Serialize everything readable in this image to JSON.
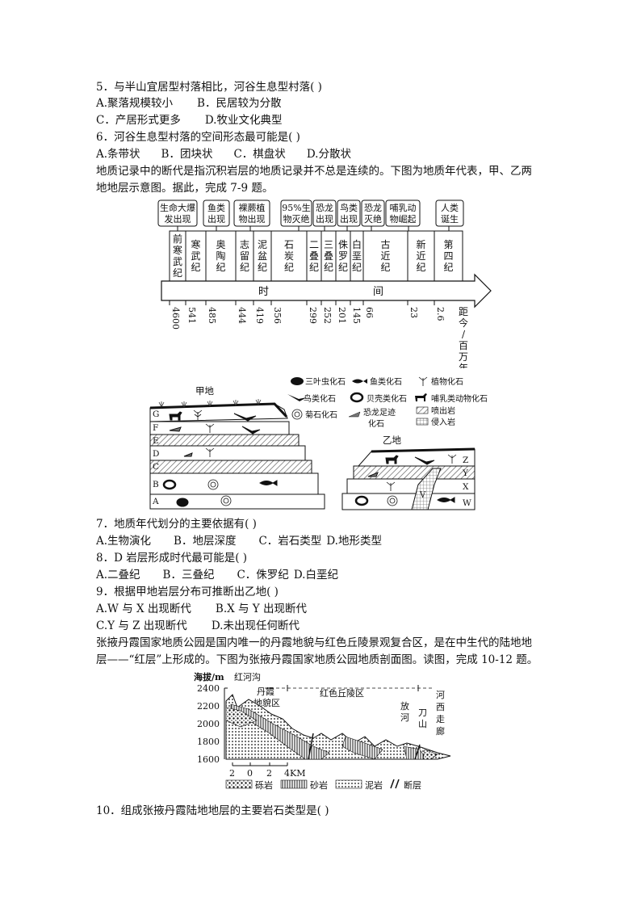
{
  "questions": {
    "q5": {
      "stem": "5．与半山宜居型村落相比，河谷生息型村落(    )",
      "a": "A.聚落规模较小",
      "b": "B．民居较为分散",
      "c": "C．产居形式更多",
      "d": "D.牧业文化典型"
    },
    "q6": {
      "stem": "6．河谷生息型村落的空间形态最可能是(    )",
      "a": "A.条带状",
      "b": "B．团块状",
      "c": "C．棋盘状",
      "d": "D.分散状"
    },
    "intro1": {
      "l1": "地质记录中的断代是指沉积岩层的地质记录并不总是连续的。下图为地质年代表，甲、乙两",
      "l2": "地地层示意图。据此，完成 7-9 题。"
    },
    "q7": {
      "stem": "7．地质年代划分的主要依据有(    )",
      "a": "A.生物演化",
      "b": "B．地层深度",
      "c": "C．岩石类型",
      "d": "D.地形类型"
    },
    "q8": {
      "stem": "8．D 岩层形成时代最可能是(    )",
      "a": "A.二叠纪",
      "b": "B．三叠纪",
      "c": "C．侏罗纪",
      "d": "D.白垩纪"
    },
    "q9": {
      "stem": "9．根据甲地岩层分布可推断出乙地(    )",
      "a": "A.W 与 X 出现断代",
      "b": "B.X 与 Y 出现断代",
      "c": "C.Y 与 Z 出现断代",
      "d": "D.未出现任何断代"
    },
    "intro2": {
      "l1": "张掖丹霞国家地质公园是国内唯一的丹霞地貌与红色丘陵景观复合区，是在中生代的陆地地",
      "l2": "层——“红层”上形成的。下图为张掖丹霞国家地质公园地质剖面图。读图，完成 10-12 题。"
    },
    "q10": {
      "stem": "10．组成张掖丹霞陆地地层的主要岩石类型是(    )"
    }
  },
  "timeline": {
    "events": [
      "生命大爆\n发出现",
      "鱼类\n出现",
      "裸蕨植\n物出现",
      "95%生\n物灭绝",
      "恐龙\n出现",
      "鸟类\n出现",
      "恐龙\n灭绝",
      "哺乳动\n物崛起",
      "人类\n诞生"
    ],
    "periods": [
      "前寒武纪",
      "寒武纪",
      "奥陶纪",
      "志留纪",
      "泥盆纪",
      "石炭纪",
      "二叠纪",
      "三叠纪",
      "侏罗纪",
      "白垩纪",
      "古近纪",
      "新近纪",
      "第四纪"
    ],
    "axis_label_1": "时",
    "axis_label_2": "间",
    "ticks": [
      "4600",
      "541",
      "485",
      "444",
      "419",
      "356",
      "299",
      "252",
      "201",
      "145",
      "66",
      "23",
      "2.6"
    ],
    "unit": "距今/百万年"
  },
  "strata": {
    "jia_title": "甲地",
    "yi_title": "乙地",
    "jia_layers": [
      "G",
      "F",
      "E",
      "D",
      "C",
      "B",
      "A"
    ],
    "yi_layers": [
      "Z",
      "Y",
      "X",
      "W"
    ],
    "yi_intrusion": "V",
    "legend": {
      "trilobite": "三叶虫化石",
      "fish": "鱼类化石",
      "plant": "植物化石",
      "bird": "鸟类化石",
      "shell": "贝壳类化石",
      "mammal": "哺乳类动物化石",
      "ammonite": "菊石化石",
      "dino_1": "恐龙足迹",
      "dino_2": "化石",
      "extrusive": "喷出岩",
      "intrusive": "侵入岩"
    }
  },
  "profile": {
    "ylabel": "海拔/m",
    "yticks": [
      "2400",
      "2200",
      "2000",
      "1800",
      "1600"
    ],
    "labels": {
      "honghegou": "红河沟",
      "danxia_1": "丹霞",
      "danxia_2": "地貌区",
      "hongse": "红色丘陵区",
      "fang": "放",
      "he": "河",
      "dao": "刀",
      "shan": "山",
      "hexi": [
        "河",
        "西",
        "走",
        "廊"
      ]
    },
    "scale": [
      "2",
      "0",
      "2",
      "4KM"
    ],
    "legend": {
      "conglomerate": "砾岩",
      "sandstone": "砂岩",
      "mudstone": "泥岩",
      "fault": "断层"
    }
  }
}
